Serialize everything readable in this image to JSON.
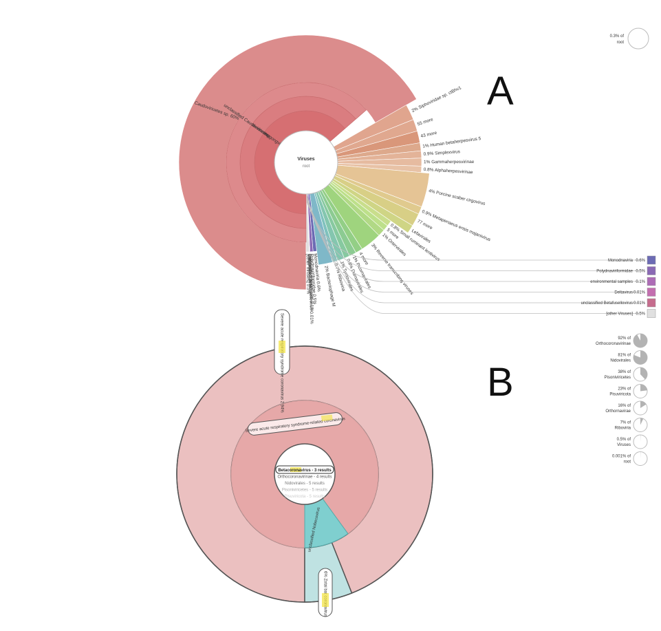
{
  "panels": [
    {
      "letter": "A"
    },
    {
      "letter": "B"
    }
  ],
  "chart_data": [
    {
      "type": "sunburst",
      "center": {
        "name": "Viruses",
        "sub": "root"
      },
      "scale": {
        "percent": "0.3% of",
        "label": "root"
      },
      "rings": [
        {
          "label": "Heunggongvirae"
        },
        {
          "label": "Caudoviricetes"
        },
        {
          "label": "unclassified Caudoviricetes"
        }
      ],
      "slices": [
        {
          "label": "Caudoviricetes sp. 60%",
          "value": 60,
          "color": "#db8c8c"
        },
        {
          "label": "2% Siphoviridae sp. ctBhv1",
          "value": 2,
          "color": "#e0a58e"
        },
        {
          "label": "55 more",
          "value": 1.5,
          "color": "#e0a88f"
        },
        {
          "label": "43 more",
          "value": 1.5,
          "color": "#d9977a"
        },
        {
          "label": "1% Human betaherpesvirus 5",
          "value": 1,
          "color": "#dda98c"
        },
        {
          "label": "0.9% Simplexvirus",
          "value": 0.9,
          "color": "#e3b398"
        },
        {
          "label": "1% Gammaherpesvirinae",
          "value": 1,
          "color": "#e6bba0"
        },
        {
          "label": "0.8% Alphaherpesvirinae",
          "value": 0.8,
          "color": "#e8c2a6"
        },
        {
          "label": "4% Porcine scaber cirgovirus",
          "value": 4,
          "color": "#e5c495"
        },
        {
          "label": "0.9% Metapenaeus ensis majanivirus",
          "value": 0.9,
          "color": "#e0ca8e"
        },
        {
          "label": "77 more",
          "value": 1.5,
          "color": "#d8cf86"
        },
        {
          "label": "Lefavirales",
          "value": 1,
          "color": "#cfd585"
        },
        {
          "label": "0.8% Small ruminant lentivirus",
          "value": 0.8,
          "color": "#c9de8c"
        },
        {
          "label": "5 more",
          "value": 0.8,
          "color": "#bde08a"
        },
        {
          "label": "1% Ortervirales",
          "value": 1,
          "color": "#b1d985"
        },
        {
          "label": "3% Reverse transcribing viruses",
          "value": 3,
          "color": "#9fd47e"
        },
        {
          "label": "4 more",
          "value": 1,
          "color": "#93cf86"
        },
        {
          "label": "1% Picornavirales",
          "value": 1,
          "color": "#8ccb92"
        },
        {
          "label": "0.8% Durnavirales",
          "value": 0.8,
          "color": "#87c9a0"
        },
        {
          "label": "1% Tymovirales",
          "value": 1,
          "color": "#84c6af"
        },
        {
          "label": "0.7% Riboviria",
          "value": 0.7,
          "color": "#80c1bd"
        },
        {
          "label": "2% Bacteriophage M",
          "value": 2,
          "color": "#7fb8c8"
        },
        {
          "label": "Monodnaviria 0.6%",
          "value": 0.6,
          "color": "#6c6bb4"
        },
        {
          "label": "Polydnaviriformidae 0.5%",
          "value": 0.5,
          "color": "#8a69b4"
        },
        {
          "label": "environmental samples 0.1%",
          "value": 0.1,
          "color": "#ad6cb6"
        },
        {
          "label": "Deltavirus 0.01%",
          "value": 0.01,
          "color": "#c36eaf"
        },
        {
          "label": "unclassified Betafusellovirus 0.01%",
          "value": 0.01,
          "color": "#c56c8d"
        },
        {
          "label": "[other Viruses] 0.5%",
          "value": 0.5,
          "color": "#e0e0e0"
        }
      ],
      "legend": [
        {
          "label": "Monodnaviria",
          "percent": "0.6%",
          "color": "#6c6bb4"
        },
        {
          "label": "Polydnaviriformidae",
          "percent": "0.5%",
          "color": "#8a69b4"
        },
        {
          "label": "environmental samples",
          "percent": "0.1%",
          "color": "#ad6cb6"
        },
        {
          "label": "Deltavirus",
          "percent": "0.01%",
          "color": "#c36eaf"
        },
        {
          "label": "unclassified Betafusellovirus",
          "percent": "0.01%",
          "color": "#c56c8d"
        },
        {
          "label": "[other Viruses]",
          "percent": "0.5%",
          "color": "#e0e0e0"
        }
      ]
    },
    {
      "type": "sunburst",
      "center_lines": [
        "Betacoronavirus - 3 results",
        "Orthocoronavirinae - 4 results",
        "Nidovirales - 5 results",
        "Pisoniviricetes - 5 results",
        "Pisuviricota - 5 results"
      ],
      "rings": [
        {
          "label": "Severe acute respiratory syndrome-related coronavirus",
          "value": 0.9,
          "color": "#e6a8a8"
        },
        {
          "label": "unclassified Nobecovirus",
          "value": 0.1,
          "color": "#7fcfcf"
        }
      ],
      "outer_slices": [
        {
          "label": "Severe acute respiratory syndrome coronavirus 2 94%",
          "value": 94,
          "color": "#ebc0c0"
        },
        {
          "label": "6% Zotai bat coronavirus",
          "value": 6,
          "color": "#bfe2e2"
        }
      ],
      "scale": [
        {
          "percent": "92% of",
          "label": "Orthocoronavirinae",
          "value": 92
        },
        {
          "percent": "81% of",
          "label": "Nidovirales",
          "value": 81
        },
        {
          "percent": "38% of",
          "label": "Pisoniviricetes",
          "value": 38
        },
        {
          "percent": "23% of",
          "label": "Pisuviricota",
          "value": 23
        },
        {
          "percent": "16% of",
          "label": "Orthornavirae",
          "value": 16
        },
        {
          "percent": "7% of",
          "label": "Riboviria",
          "value": 7
        },
        {
          "percent": "0.5% of",
          "label": "Viruses",
          "value": 0.5
        },
        {
          "percent": "0.001% of",
          "label": "root",
          "value": 0.001
        }
      ]
    }
  ]
}
